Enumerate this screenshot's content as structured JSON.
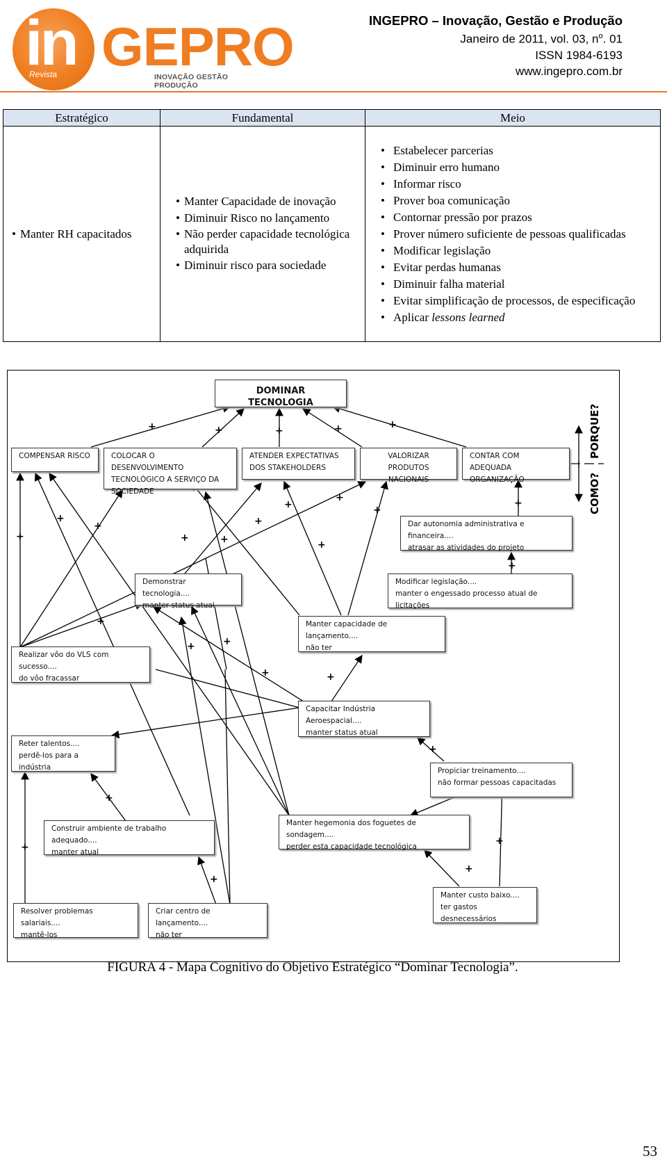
{
  "header": {
    "logo": {
      "in": "in",
      "gepro": "GEPRO",
      "revista": "Revista",
      "tagline": "INOVAÇÃO GESTÃO PRODUÇÃO"
    },
    "journal_title": "INGEPRO – Inovação, Gestão e Produção",
    "issue_prefix": "Janeiro de 2011, vol. 03, n",
    "issue_sup": "o",
    "issue_suffix": ". 01",
    "issn": "ISSN 1984-6193",
    "website": "www.ingepro.com.br",
    "accent_color": "#ef7d22"
  },
  "table": {
    "headers": [
      "Estratégico",
      "Fundamental",
      "Meio"
    ],
    "estrategico": [
      "Manter RH capacitados"
    ],
    "fundamental": [
      "Manter Capacidade de inovação",
      "Diminuir Risco no lançamento",
      "Não perder capacidade tecnológica adquirida",
      "Diminuir risco para sociedade"
    ],
    "meio": [
      "Estabelecer parcerias",
      "Diminuir erro humano",
      "Informar risco",
      "Prover boa comunicação",
      "Contornar pressão por prazos",
      "Prover número suficiente de pessoas qualificadas",
      "Modificar legislação",
      "Evitar perdas humanas",
      "Diminuir falha material",
      "Evitar simplificação de processos, de especificação"
    ],
    "meio_last_prefix": "Aplicar ",
    "meio_last_italic": "lessons learned",
    "header_bg": "#dbe5f1"
  },
  "diagram": {
    "top": "DOMINAR TECNOLOGIA",
    "goals": [
      [
        "COMPENSAR RISCO",
        ""
      ],
      [
        "COLOCAR O DESENVOLVIMENTO",
        "TECNOLÓGICO A SERVIÇO DA",
        "SOCIEDADE"
      ],
      [
        "ATENDER EXPECTATIVAS",
        "DOS STAKEHOLDERS"
      ],
      [
        "VALORIZAR PRODUTOS",
        "NACIONAIS"
      ],
      [
        "CONTAR COM ADEQUADA",
        "ORGANIZAÇÃO"
      ]
    ],
    "means": {
      "autonomia": [
        "Dar autonomia administrativa e financeira....",
        "atrasar as atividades do projeto"
      ],
      "legislacao": [
        "Modificar legislação....",
        "manter o engessado processo atual de licitações"
      ],
      "demonstrar": [
        "Demonstrar tecnologia....",
        "manter status atual"
      ],
      "lancamento": [
        "Manter capacidade de lançamento....",
        "não ter"
      ],
      "vls": [
        "Realizar vôo do VLS com sucesso....",
        "do vôo fracassar"
      ],
      "capacitar": [
        "Capacitar Indústria Aeroespacial....",
        "manter status atual"
      ],
      "reter": [
        "Reter talentos....",
        "perdê-los para a indústria"
      ],
      "treinamento": [
        "Propiciar treinamento....",
        "não formar pessoas capacitadas"
      ],
      "ambiente": [
        "Construir ambiente de trabalho adequado....",
        "manter atual"
      ],
      "hegemonia": [
        "Manter hegemonia dos foguetes de  sondagem....",
        "perder esta capacidade tecnológica"
      ],
      "custo": [
        "Manter custo baixo....",
        "ter gastos desnecessários"
      ],
      "salariais": [
        "Resolver problemas salariais....",
        "mantê-los"
      ],
      "centro": [
        "Criar centro de lançamento....",
        "não ter"
      ]
    },
    "side_porque": "PORQUE?",
    "side_como": "COMO?",
    "plus_sign": "+"
  },
  "caption": "FIGURA 4 - Mapa Cognitivo do Objetivo Estratégico “Dominar Tecnologia”.",
  "page_number": "53"
}
